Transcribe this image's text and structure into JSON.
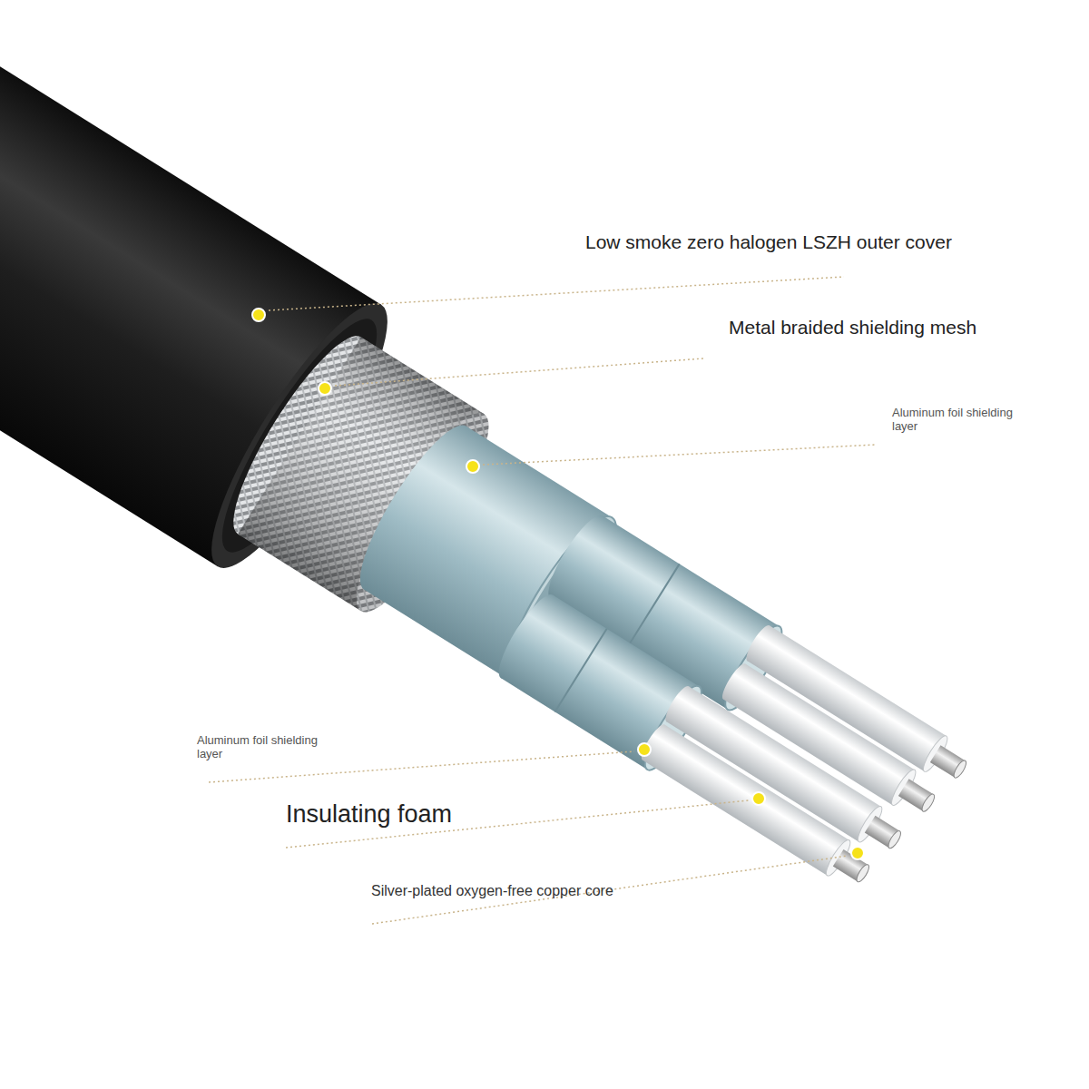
{
  "diagram": {
    "labels": [
      "Low smoke zero halogen LSZH outer cover",
      "Metal braided shielding mesh",
      "Aluminum foil shielding layer",
      "Aluminum foil shielding layer",
      "Insulating foam",
      "Silver-plated oxygen-free copper core"
    ]
  }
}
